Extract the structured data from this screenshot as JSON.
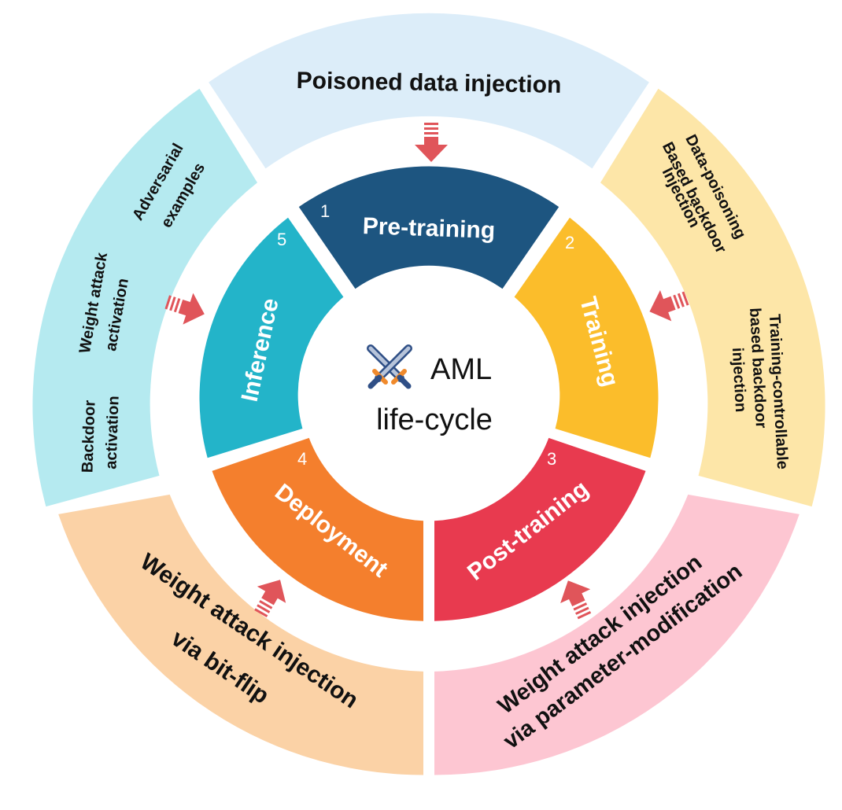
{
  "center": {
    "title_line1": "AML",
    "title_line2": "life-cycle",
    "icon": "crossed-swords-icon"
  },
  "stages": [
    {
      "id": "pretraining",
      "label": "Pre-training",
      "number": "1",
      "color": "#1d5580"
    },
    {
      "id": "training",
      "label": "Training",
      "number": "2",
      "color": "#fbbd2b"
    },
    {
      "id": "posttraining",
      "label": "Post-training",
      "number": "3",
      "color": "#e83a4f"
    },
    {
      "id": "deployment",
      "label": "Deployment",
      "number": "4",
      "color": "#f47f2d"
    },
    {
      "id": "inference",
      "label": "Inference",
      "number": "5",
      "color": "#23b4c9"
    }
  ],
  "outer_segments": [
    {
      "id": "poisoned-data",
      "color": "#dcedf9",
      "lines": [
        "Poisoned data injection"
      ]
    },
    {
      "id": "training-attacks",
      "color": "#fde6a8",
      "lines": [
        "Data-poisoning",
        "Based backdoor",
        "Injection",
        "Training-controllable",
        "based backdoor",
        "injection"
      ]
    },
    {
      "id": "param-modification",
      "color": "#fdc6d2",
      "lines": [
        "Weight attack injection",
        "via parameter-modification"
      ]
    },
    {
      "id": "bit-flip",
      "color": "#fbd2a6",
      "lines": [
        "Weight attack injection",
        "via bit-flip"
      ]
    },
    {
      "id": "inference-attacks",
      "color": "#b5eaf0",
      "lines": [
        "Adversarial",
        "examples",
        "Weight attack",
        "activation",
        "Backdoor",
        "activation"
      ]
    }
  ],
  "arrow_color": "#e0555a"
}
